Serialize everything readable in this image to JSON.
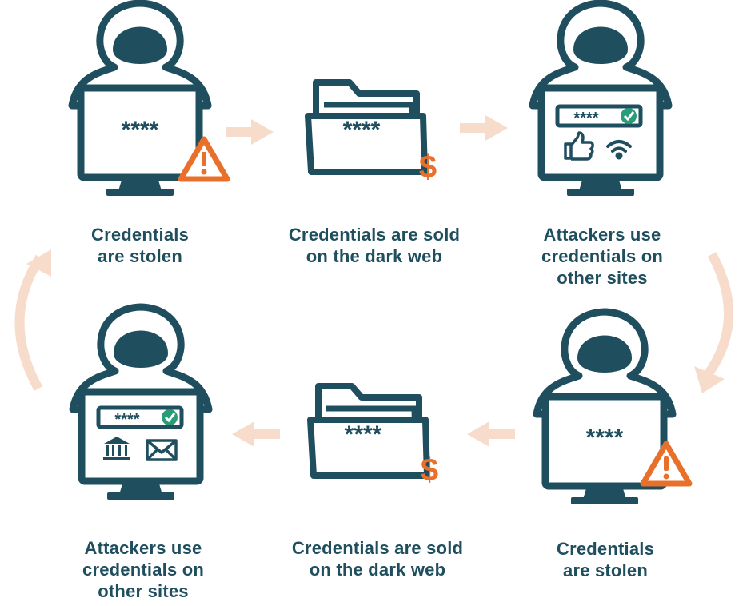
{
  "colors": {
    "teal": "#1f4f5f",
    "orange": "#e8702a",
    "arrow": "#f8dccb",
    "check": "#2a9d78"
  },
  "steps": [
    {
      "lines": [
        "Credentials",
        "are stolen"
      ],
      "icon": "hacker-computer-warning-icon"
    },
    {
      "lines": [
        "Credentials are sold",
        "on the dark web"
      ],
      "icon": "folder-dollar-icon"
    },
    {
      "lines": [
        "Attackers use",
        "credentials on",
        "other sites"
      ],
      "icon": "hacker-computer-login-icon"
    },
    {
      "lines": [
        "Credentials",
        "are stolen"
      ],
      "icon": "hacker-computer-warning-icon"
    },
    {
      "lines": [
        "Credentials are sold",
        "on the dark web"
      ],
      "icon": "folder-dollar-icon"
    },
    {
      "lines": [
        "Attackers use",
        "credentials on",
        "other sites"
      ],
      "icon": "hacker-computer-login-icon"
    }
  ],
  "screen_text": "****",
  "currency_symbol": "$",
  "warning_symbol": "!"
}
